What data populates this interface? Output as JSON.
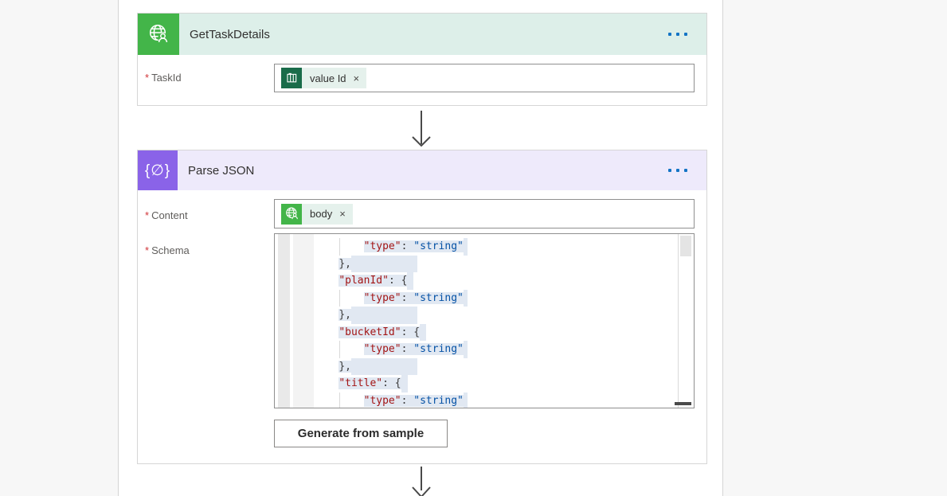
{
  "colors": {
    "c1-header": "#ddefe9",
    "c1-icon": "#43b549",
    "c2-header": "#eeeafb",
    "c2-icon": "#8a63e8",
    "tok-bg": "#e5f1ec",
    "tok-icon-green": "#43b549",
    "tok-icon-dark": "#1a6c4a",
    "sel": "#e1e8f2",
    "key": "#a31515",
    "str": "#0451a5",
    "pu": "#3a3a3a",
    "dots": "#1374c5",
    "arrow": "#494949"
  },
  "card1": {
    "title": "GetTaskDetails",
    "taskid": {
      "required_mark": "*",
      "label": "TaskId",
      "token": {
        "label": "value Id",
        "remove": "×"
      }
    }
  },
  "card2": {
    "title": "Parse JSON",
    "icon_glyph": "{∅}",
    "content_field": {
      "required_mark": "*",
      "label": "Content",
      "token": {
        "label": "body",
        "remove": "×"
      }
    },
    "schema_field": {
      "required_mark": "*",
      "label": "Schema"
    },
    "button_label": "Generate from sample"
  },
  "schema_editor": {
    "lines": [
      {
        "indent": 8,
        "trail": 5,
        "tokens": [
          [
            "\"type\"",
            "key"
          ],
          [
            ": ",
            "pu"
          ],
          [
            "\"string\"",
            "str"
          ]
        ]
      },
      {
        "indent": 4,
        "trail": 83,
        "tokens": [
          [
            "},",
            "pu"
          ]
        ]
      },
      {
        "indent": 4,
        "trail": 8,
        "tokens": [
          [
            "\"planId\"",
            "key"
          ],
          [
            ": {",
            "pu"
          ]
        ]
      },
      {
        "indent": 8,
        "trail": 5,
        "tokens": [
          [
            "\"type\"",
            "key"
          ],
          [
            ": ",
            "pu"
          ],
          [
            "\"string\"",
            "str"
          ]
        ]
      },
      {
        "indent": 4,
        "trail": 83,
        "tokens": [
          [
            "},",
            "pu"
          ]
        ]
      },
      {
        "indent": 4,
        "trail": 8,
        "tokens": [
          [
            "\"bucketId\"",
            "key"
          ],
          [
            ": {",
            "pu"
          ]
        ]
      },
      {
        "indent": 8,
        "trail": 5,
        "tokens": [
          [
            "\"type\"",
            "key"
          ],
          [
            ": ",
            "pu"
          ],
          [
            "\"string\"",
            "str"
          ]
        ]
      },
      {
        "indent": 4,
        "trail": 83,
        "tokens": [
          [
            "},",
            "pu"
          ]
        ]
      },
      {
        "indent": 4,
        "trail": 8,
        "tokens": [
          [
            "\"title\"",
            "key"
          ],
          [
            ": {",
            "pu"
          ]
        ]
      },
      {
        "indent": 8,
        "trail": 5,
        "tokens": [
          [
            "\"type\"",
            "key"
          ],
          [
            ": ",
            "pu"
          ],
          [
            "\"string\"",
            "str"
          ]
        ]
      }
    ]
  }
}
